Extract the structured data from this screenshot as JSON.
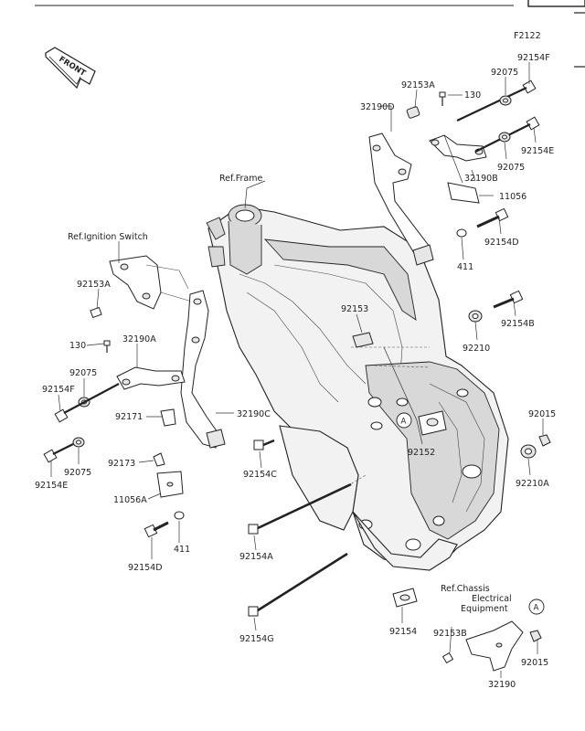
{
  "figure_code": "F2122",
  "front_label": "FRONT",
  "callout_letter": "A",
  "references": {
    "frame": "Ref.Frame",
    "ignition": "Ref.Ignition Switch",
    "chassis_1": "Ref.Chassis",
    "chassis_2": "Electrical",
    "chassis_3": "Equipment"
  },
  "part_labels": [
    {
      "id": "p-92154F-top",
      "text": "92154F"
    },
    {
      "id": "p-92075-top",
      "text": "92075"
    },
    {
      "id": "p-92153A-top",
      "text": "92153A"
    },
    {
      "id": "p-130-top",
      "text": "130"
    },
    {
      "id": "p-32190D",
      "text": "32190D"
    },
    {
      "id": "p-92154E-top",
      "text": "92154E"
    },
    {
      "id": "p-92075-top2",
      "text": "92075"
    },
    {
      "id": "p-32190B",
      "text": "32190B"
    },
    {
      "id": "p-11056",
      "text": "11056"
    },
    {
      "id": "p-92154D-top",
      "text": "92154D"
    },
    {
      "id": "p-411-top",
      "text": "411"
    },
    {
      "id": "p-92153A-left",
      "text": "92153A"
    },
    {
      "id": "p-92153",
      "text": "92153"
    },
    {
      "id": "p-92154B",
      "text": "92154B"
    },
    {
      "id": "p-92210",
      "text": "92210"
    },
    {
      "id": "p-130-left",
      "text": "130"
    },
    {
      "id": "p-32190A",
      "text": "32190A"
    },
    {
      "id": "p-92075-left",
      "text": "92075"
    },
    {
      "id": "p-92154F-left",
      "text": "92154F"
    },
    {
      "id": "p-92171",
      "text": "92171"
    },
    {
      "id": "p-32190C",
      "text": "32190C"
    },
    {
      "id": "p-92015-right",
      "text": "92015"
    },
    {
      "id": "p-92152",
      "text": "92152"
    },
    {
      "id": "p-92210A",
      "text": "92210A"
    },
    {
      "id": "p-92075-left2",
      "text": "92075"
    },
    {
      "id": "p-92154E-left",
      "text": "92154E"
    },
    {
      "id": "p-92173",
      "text": "92173"
    },
    {
      "id": "p-92154C",
      "text": "92154C"
    },
    {
      "id": "p-11056A",
      "text": "11056A"
    },
    {
      "id": "p-92154A",
      "text": "92154A"
    },
    {
      "id": "p-411-left",
      "text": "411"
    },
    {
      "id": "p-92154D-left",
      "text": "92154D"
    },
    {
      "id": "p-92154G",
      "text": "92154G"
    },
    {
      "id": "p-92154",
      "text": "92154"
    },
    {
      "id": "p-92153B",
      "text": "92153B"
    },
    {
      "id": "p-92015-bottom",
      "text": "92015"
    },
    {
      "id": "p-32190",
      "text": "32190"
    }
  ]
}
